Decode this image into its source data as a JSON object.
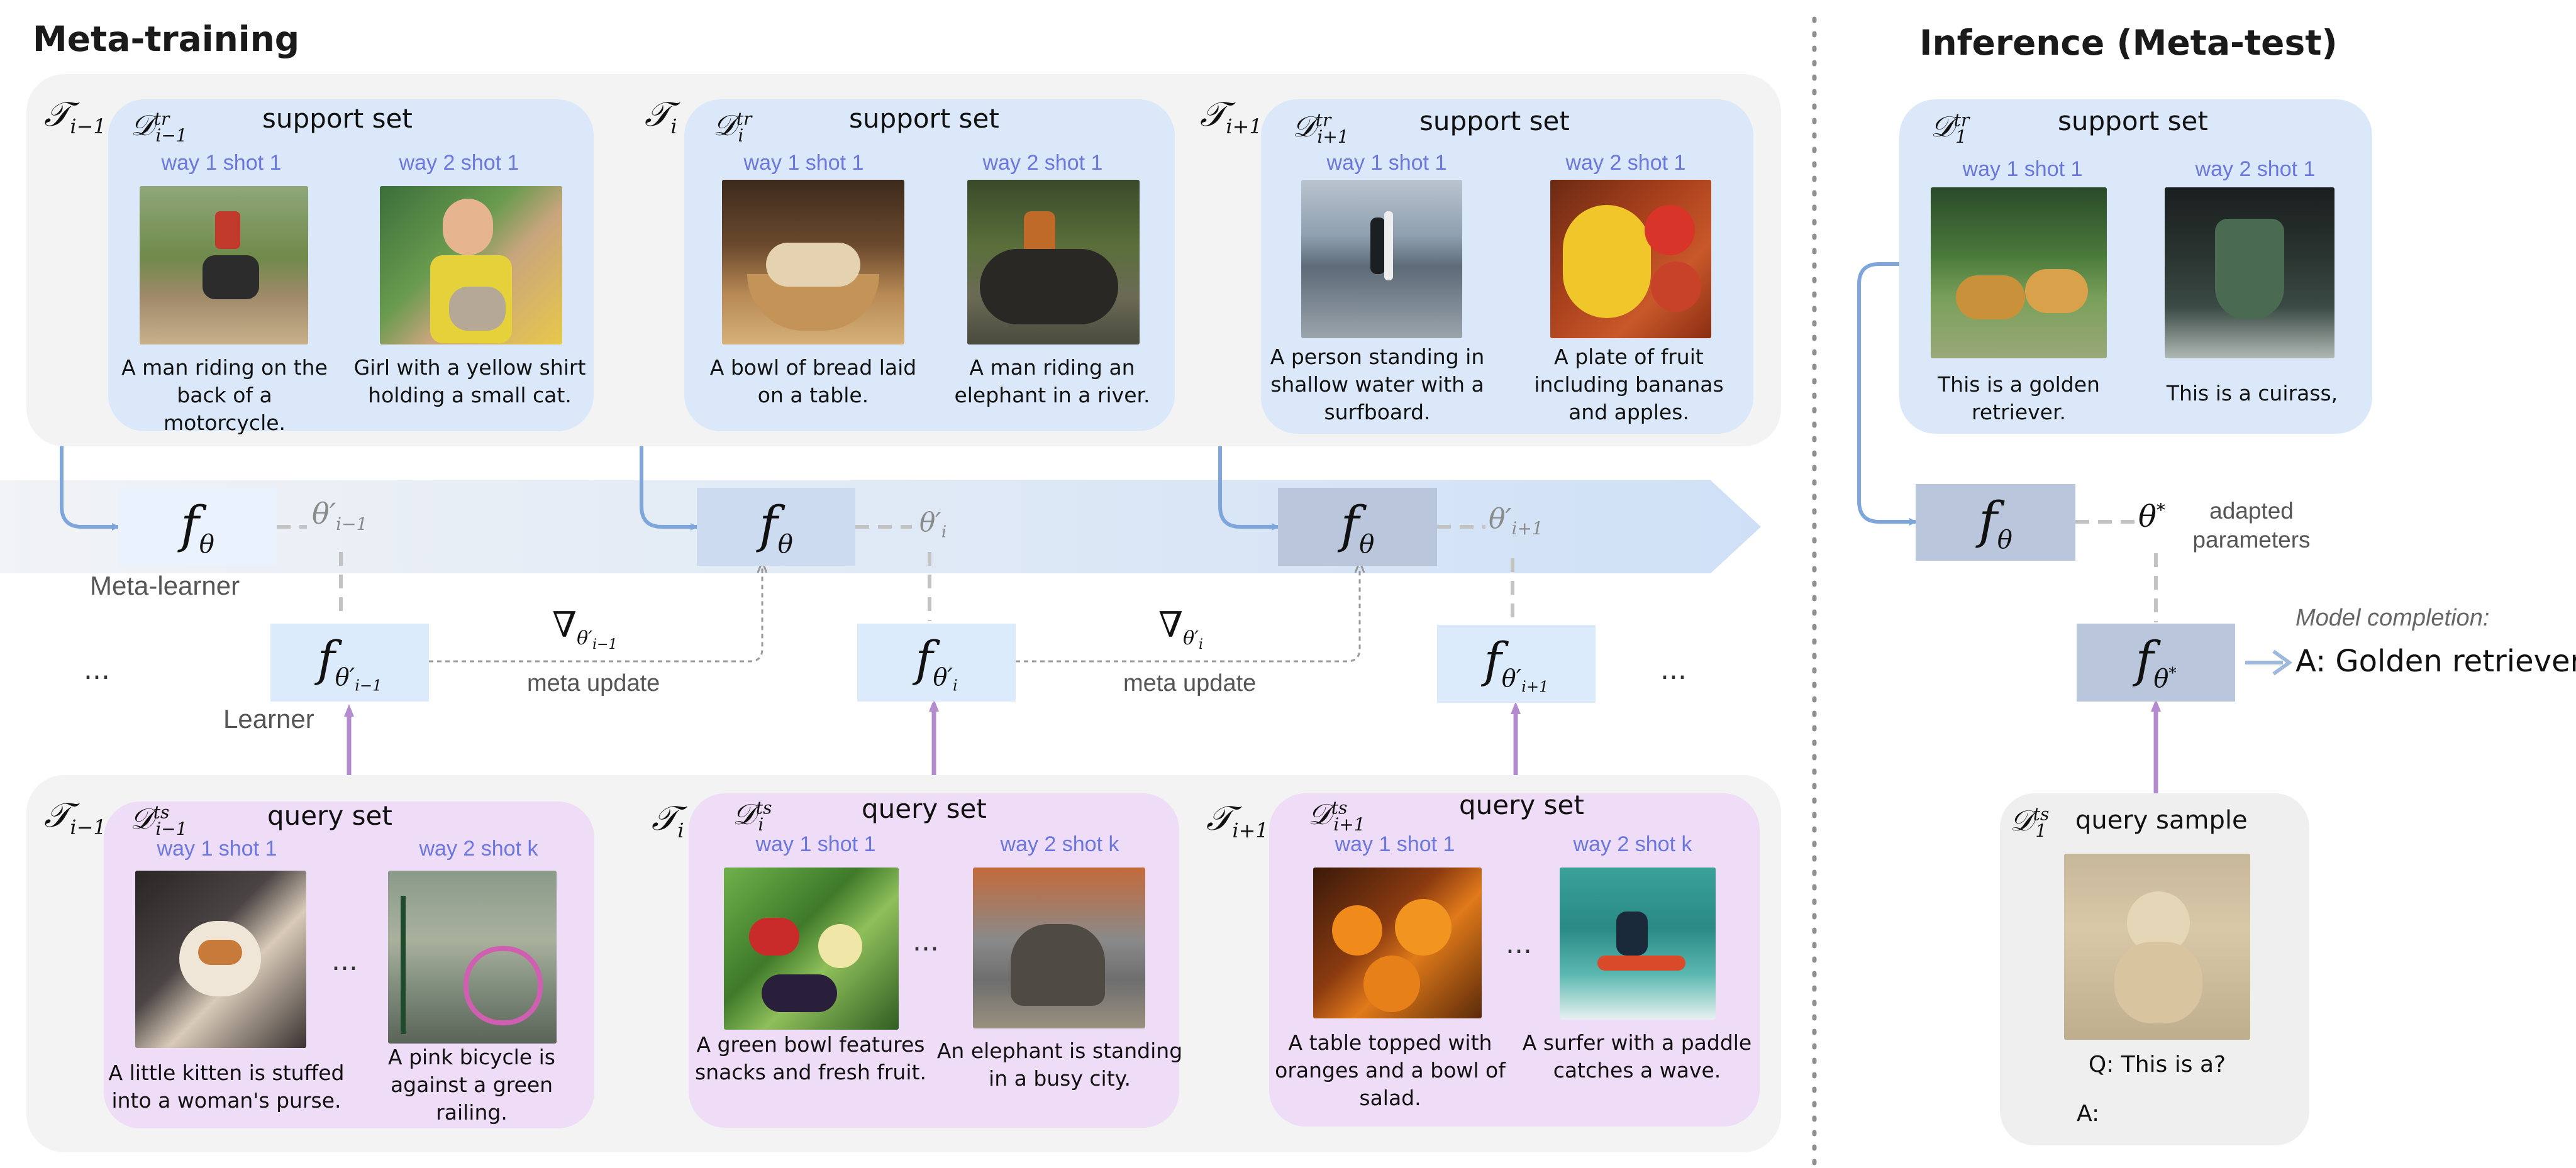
{
  "titles": {
    "meta_training": "Meta-training",
    "inference": "Inference (Meta-test)"
  },
  "labels": {
    "support_set": "support set",
    "query_set": "query set",
    "query_sample": "query sample",
    "meta_learner": "Meta-learner",
    "learner": "Learner",
    "meta_update": "meta update",
    "adapted_parameters": "adapted parameters",
    "model_completion": "Model completion:",
    "answer": "A: Golden retriever.",
    "question": "Q: This is a?",
    "answer_prompt": "A:",
    "ellipsis": "...",
    "ellipsis_inline": "..."
  },
  "tasks": [
    {
      "support": [
        {
          "shot": "way 1 shot 1",
          "caption": "A man riding on the back of a motorcycle."
        },
        {
          "shot": "way 2 shot 1",
          "caption": "Girl with a yellow shirt holding a small cat."
        }
      ],
      "query": [
        {
          "shot": "way 1 shot 1",
          "caption": "A little kitten is stuffed into a woman's purse."
        },
        {
          "shot": "way 2 shot k",
          "caption": "A pink bicycle is against a green railing."
        }
      ]
    },
    {
      "support": [
        {
          "shot": "way 1 shot 1",
          "caption": "A bowl of bread laid on a table."
        },
        {
          "shot": "way 2 shot 1",
          "caption": "A man riding an elephant in a river."
        }
      ],
      "query": [
        {
          "shot": "way 1 shot 1",
          "caption": "A green bowl features snacks and fresh fruit."
        },
        {
          "shot": "way 2 shot k",
          "caption": "An elephant is standing in a busy city."
        }
      ]
    },
    {
      "support": [
        {
          "shot": "way 1 shot 1",
          "caption": "A person standing in shallow water with a surfboard."
        },
        {
          "shot": "way 2 shot 1",
          "caption": "A plate of fruit including bananas and apples."
        }
      ],
      "query": [
        {
          "shot": "way 1 shot 1",
          "caption": "A table topped with oranges and a bowl of salad."
        },
        {
          "shot": "way 2 shot k",
          "caption": "A surfer with a paddle catches a wave."
        }
      ]
    }
  ],
  "inference": {
    "support": [
      {
        "shot": "way 1 shot 1",
        "caption": "This is a golden retriever."
      },
      {
        "shot": "way 2 shot 1",
        "caption": "This is a cuirass,"
      }
    ]
  },
  "colors": {
    "support_bg": "#dbe8fa",
    "query_bg": "#efdcf6",
    "shot_label": "#6a77de",
    "blue_arrow": "#7ea6dc",
    "purple_arrow": "#b58bd0"
  }
}
